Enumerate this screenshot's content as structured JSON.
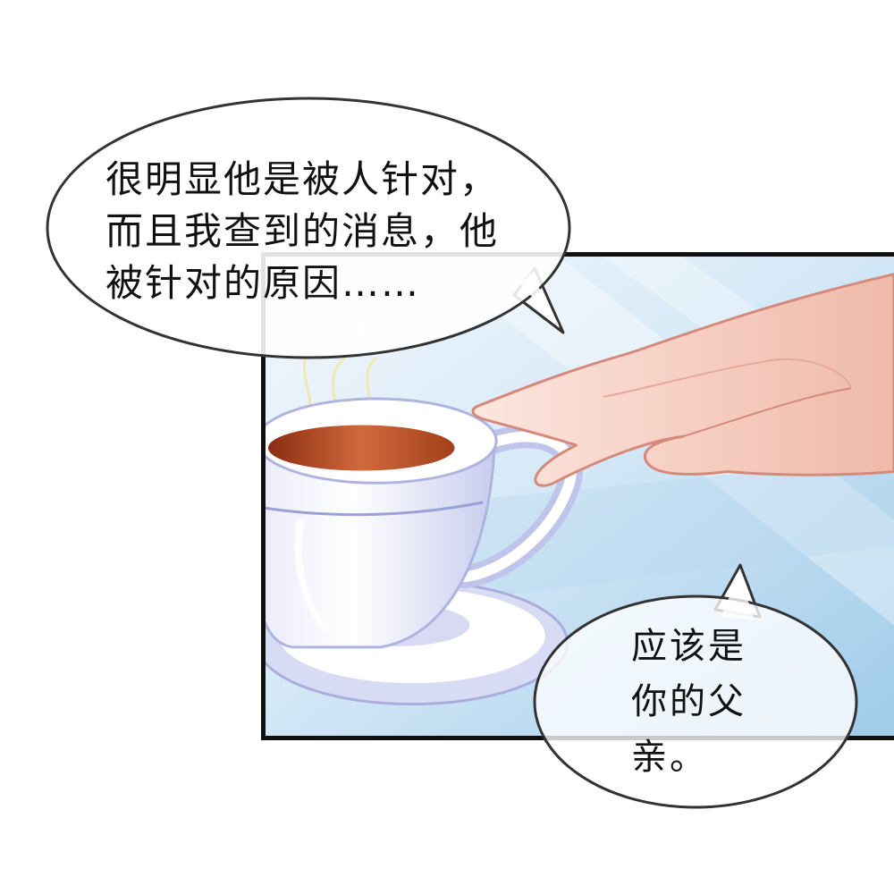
{
  "speech_bubble_1": {
    "lines": [
      "很明显他是被人针对，",
      "而且我查到的消息，他",
      "被针对的原因……"
    ]
  },
  "speech_bubble_2": {
    "lines": [
      "应该是",
      "你的父",
      "亲。"
    ]
  },
  "colors": {
    "panel_border": "#111111",
    "bubble_fill": "#ffffff",
    "bubble_stroke": "#333333",
    "background_blue": "#cfe6f7",
    "tea": "#b94a22",
    "skin": "#f6cfc4"
  },
  "icons": [
    "teacup-icon",
    "saucer-icon",
    "hand-icon",
    "steam-icon"
  ]
}
